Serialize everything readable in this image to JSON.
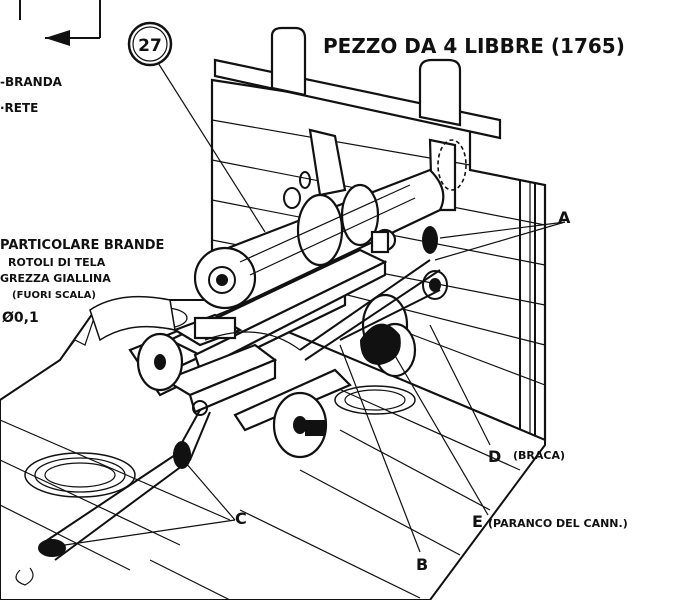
{
  "title": "PEZZO DA 4 LIBBRE (1765)",
  "sheet_number": "27",
  "side_labels": {
    "branda": "-BRANDA",
    "rete": "·RETE"
  },
  "detail_note": {
    "line1": "PARTICOLARE BRANDE",
    "line2": "ROTOLI DI TELA",
    "line3": "GREZZA GIALLINA",
    "line4": "(FUORI SCALA)",
    "size": "Ø0,1"
  },
  "callouts": {
    "a": "A",
    "b": "B",
    "c": "C",
    "d": "D",
    "d_desc": "(BRACA)",
    "e": "E",
    "e_desc": "(PARANCO DEL CANN.)"
  }
}
